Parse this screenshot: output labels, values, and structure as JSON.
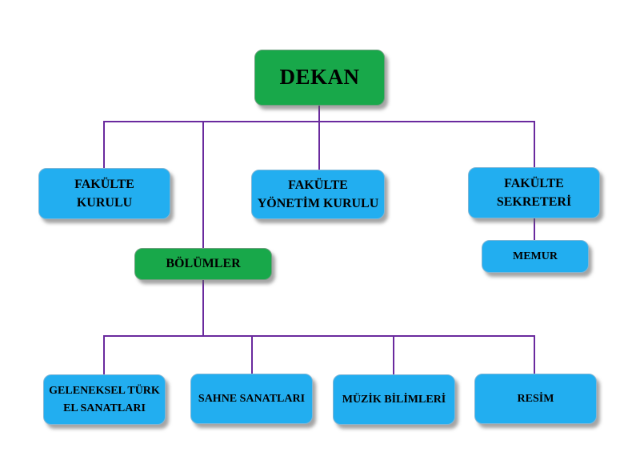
{
  "colors": {
    "connector": "#6a2a9e",
    "green": "#18a84a",
    "blue": "#22aef0"
  },
  "nodes": {
    "dekan": "DEKAN",
    "fakulte_kurulu": [
      "FAKÜLTE",
      "KURULU"
    ],
    "fakulte_yonetim_kurulu": [
      "FAKÜLTE",
      "YÖNETİM KURULU"
    ],
    "fakulte_sekreteri": [
      "FAKÜLTE",
      "SEKRETERİ"
    ],
    "memur": "MEMUR",
    "bolumler": "BÖLÜMLER",
    "geleneksel": [
      "GELENEKSEL TÜRK",
      "EL SANATLARI"
    ],
    "sahne": "SAHNE SANATLARI",
    "muzik": "MÜZİK BİLİMLERİ",
    "resim": "RESİM"
  }
}
